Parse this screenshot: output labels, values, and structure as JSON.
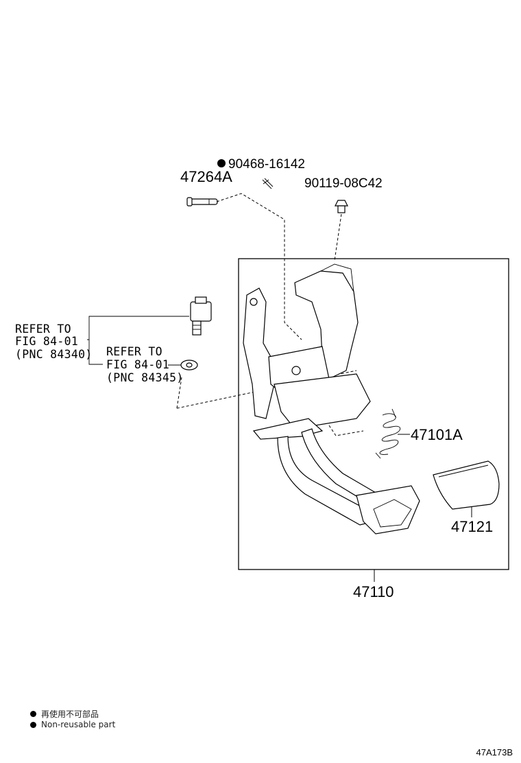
{
  "callouts": {
    "pin": "47264A",
    "clip": "90468-16142",
    "bolt": "90119-08C42",
    "spring": "47101A",
    "pad": "47121",
    "assembly": "47110"
  },
  "refs": {
    "stop_lamp_switch": [
      "REFER TO",
      "FIG 84-01",
      "(PNC 84340)"
    ],
    "cushion": [
      "REFER TO",
      "FIG 84-01",
      "(PNC 84345)"
    ]
  },
  "legend": {
    "line_jp": "再使用不可部品",
    "line_en": "Non-reusable part"
  },
  "figure_id": "47A173B",
  "non_reusable_marker_color": "#000000"
}
